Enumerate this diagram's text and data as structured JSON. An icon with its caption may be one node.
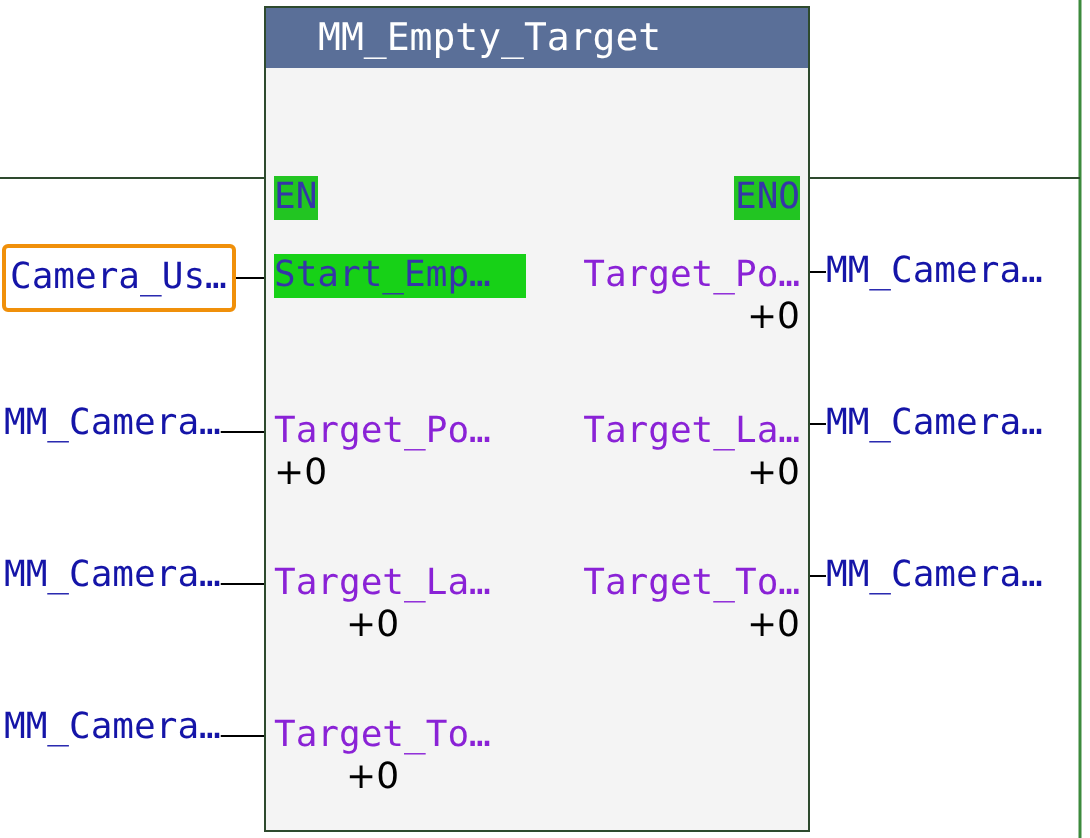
{
  "diagram": {
    "nodes": [
      {
        "text": [
          "MM_Empty_Target"
        ]
      },
      {
        "text": [
          "EN"
        ],
        "in": 0
      },
      {
        "text": [
          "ENO"
        ],
        "in": 0
      },
      {
        "text": [
          "Camera_Us…"
        ]
      },
      {
        "text": [
          "Start_Emp…"
        ],
        "in": 0
      },
      {
        "text": [
          "Target_Po…"
        ],
        "in": 0,
        "beside": [
          "+0"
        ]
      },
      {
        "text": [
          "MM_Camera…"
        ]
      },
      {
        "text": [
          "MM_Camera…"
        ]
      },
      {
        "text": [
          "Target_Po…"
        ],
        "in": 0,
        "beside": [
          "+0"
        ]
      },
      {
        "text": [
          "Target_La…"
        ],
        "in": 0,
        "beside": [
          "+0"
        ]
      },
      {
        "text": [
          "MM_Camera…"
        ]
      },
      {
        "text": [
          "MM_Camera…"
        ]
      },
      {
        "text": [
          "Target_La…"
        ],
        "in": 0,
        "beside": [
          "+0"
        ]
      },
      {
        "text": [
          "Target_To…"
        ],
        "in": 0,
        "beside": [
          "+0"
        ]
      },
      {
        "text": [
          "MM_Camera…"
        ]
      },
      {
        "text": [
          "MM_Camera…"
        ]
      },
      {
        "text": [
          "Target_To…"
        ],
        "in": 0,
        "beside": [
          "+0"
        ]
      }
    ],
    "edges": [
      {
        "from": null,
        "to": 1,
        "arrow": "none"
      },
      {
        "from": 2,
        "to": null,
        "arrow": "none"
      },
      {
        "from": 3,
        "to": 4,
        "arrow": "none"
      },
      {
        "from": 5,
        "to": 6,
        "arrow": "none"
      },
      {
        "from": 7,
        "to": 8,
        "arrow": "none"
      },
      {
        "from": 9,
        "to": 10,
        "arrow": "none"
      },
      {
        "from": 11,
        "to": 12,
        "arrow": "none"
      },
      {
        "from": 13,
        "to": 14,
        "arrow": "none"
      },
      {
        "from": 15,
        "to": 16,
        "arrow": "none"
      }
    ]
  }
}
